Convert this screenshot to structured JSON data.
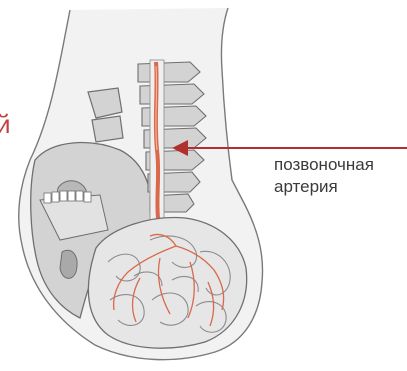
{
  "annotation": {
    "line1": "позвоночная",
    "line2": "артерия",
    "clipped_left_text": "й"
  },
  "colors": {
    "artery": "#d9694a",
    "arrow": "#b0302e",
    "outline": "#6f6f6f",
    "bone": "#d3d3d3",
    "bone_dark": "#b8b8b8",
    "skin": "#f2f2f2",
    "text": "#3a3a3a",
    "accent_text": "#c2403a"
  }
}
